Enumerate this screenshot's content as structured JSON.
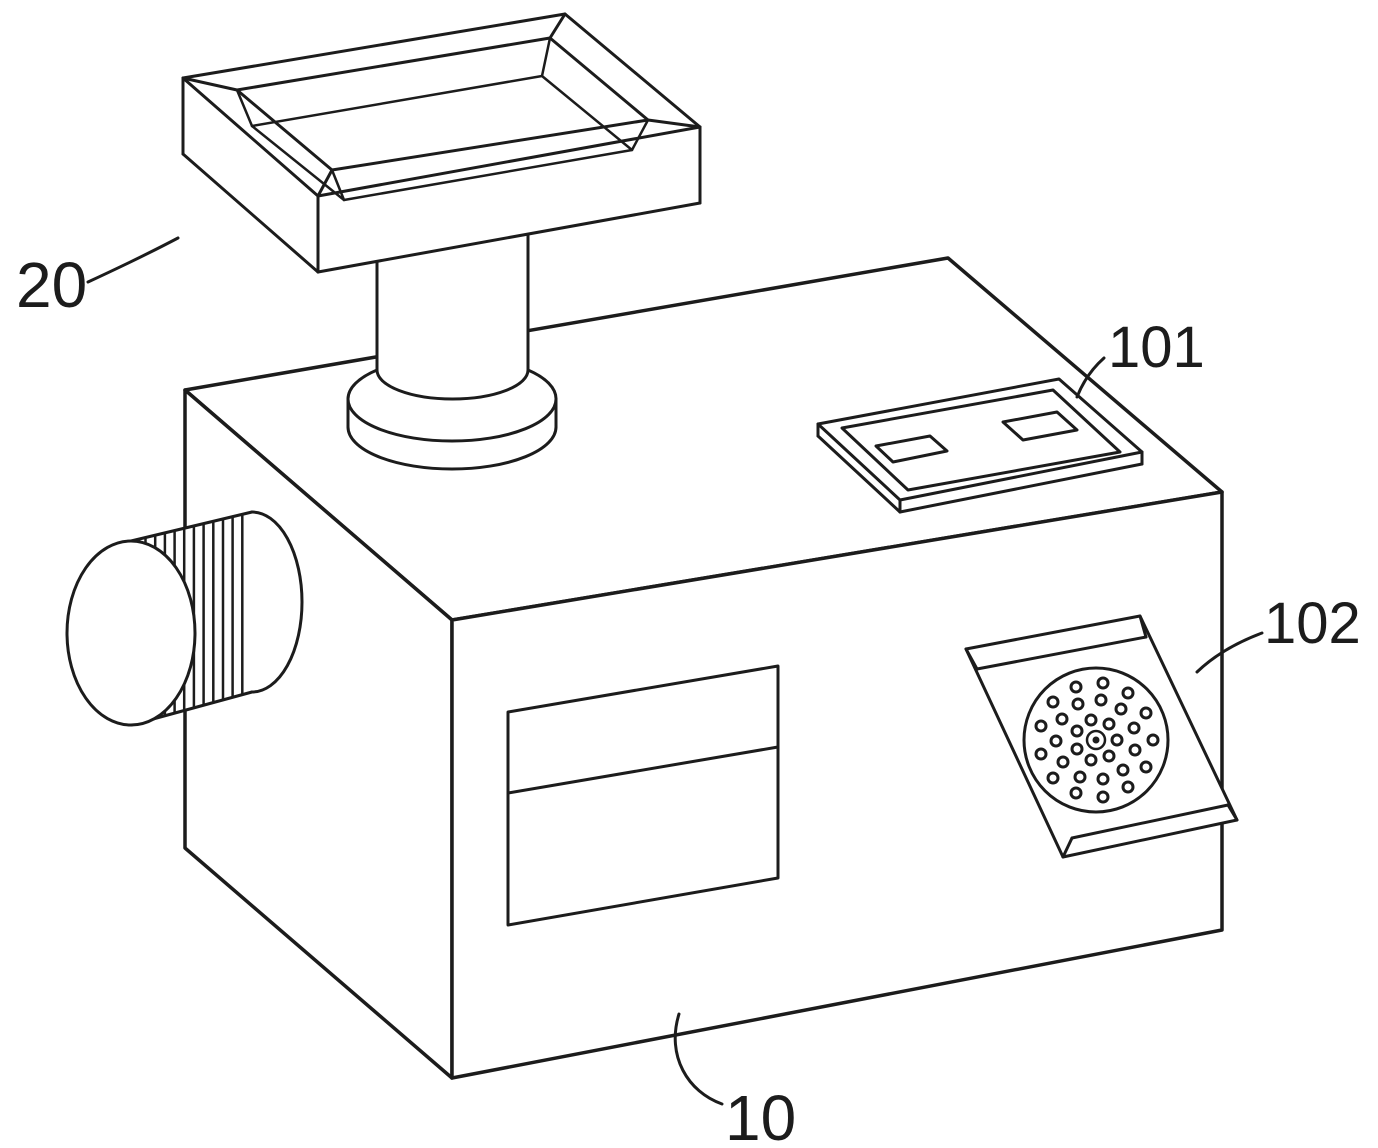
{
  "figure": {
    "kind": "patent-technical-drawing",
    "background_color": "#ffffff",
    "line_color": "#1c1c1c"
  },
  "labels": {
    "hopper": "20",
    "top_panel": "101",
    "side_vent": "102",
    "machine_body": "10"
  }
}
